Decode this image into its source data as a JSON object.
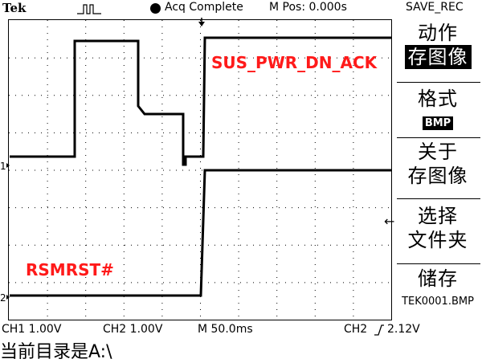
{
  "header": {
    "brand": "Tek",
    "acquisition_status": "Acq Complete",
    "menu_position": "M Pos: 0.000s",
    "menu_title": "SAVE_REC"
  },
  "waveform": {
    "labels": {
      "ch1_signal": "SUS_PWR_DN_ACK",
      "ch2_signal": "RSMRST#"
    },
    "channel_markers": {
      "ch1": "1",
      "ch2": "2"
    }
  },
  "menu": {
    "action": {
      "title": "动作",
      "value": "存图像"
    },
    "format": {
      "title": "格式",
      "value": "BMP"
    },
    "about_line1": "关于",
    "about_line2": "存图像",
    "select_line1": "选择",
    "select_line2": "文件夹",
    "save": {
      "title": "储存",
      "filename": "TEK0001.BMP"
    }
  },
  "status": {
    "ch1": "CH1  1.00V",
    "ch2": "CH2  1.00V",
    "timebase": "M 50.0ms",
    "trigger_channel": "CH2",
    "trigger_level": "2.12V"
  },
  "footer": {
    "current_dir_label": "当前目录是",
    "current_dir_path": "A:\\"
  },
  "colors": {
    "trace": "#000000",
    "grid": "#000000",
    "label_red": "#ff1a1a",
    "background": "#ffffff"
  }
}
